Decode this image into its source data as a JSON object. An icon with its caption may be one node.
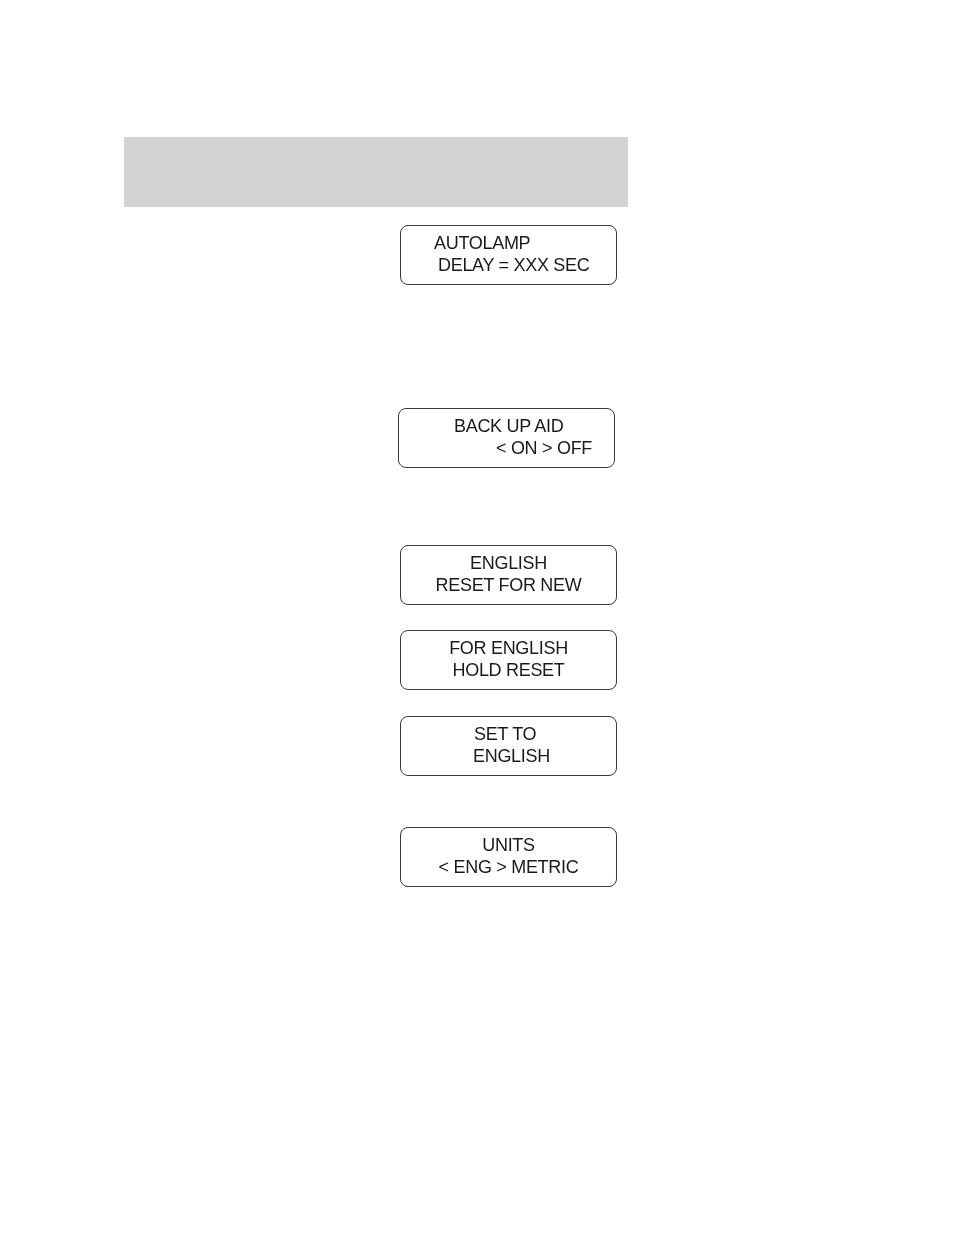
{
  "diagram": {
    "nodes": [
      {
        "text": [
          "AUTOLAMP",
          "DELAY = XXX SEC"
        ]
      },
      {
        "text": [
          "BACK UP AID",
          "< ON > OFF"
        ]
      },
      {
        "text": [
          "ENGLISH",
          "RESET FOR NEW"
        ]
      },
      {
        "text": [
          "FOR ENGLISH",
          "HOLD RESET"
        ]
      },
      {
        "text": [
          "SET TO",
          "ENGLISH"
        ]
      },
      {
        "text": [
          "UNITS",
          "< ENG > METRIC"
        ]
      }
    ]
  }
}
